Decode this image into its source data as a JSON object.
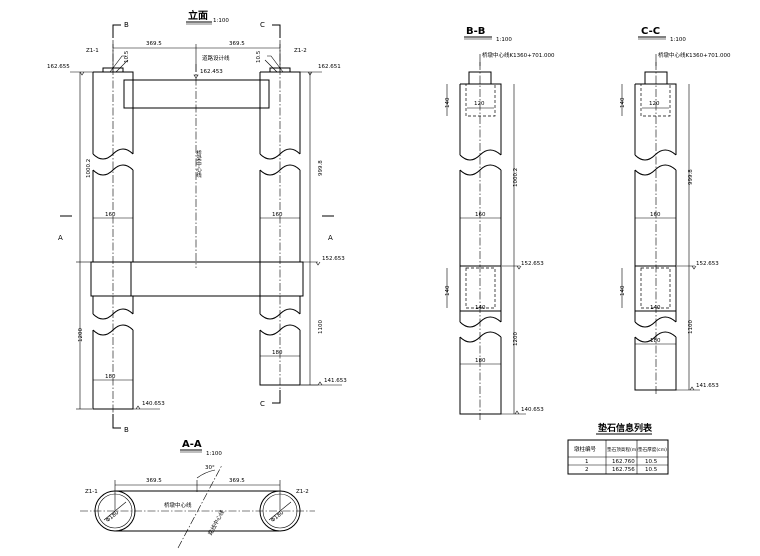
{
  "elevation": {
    "title": "立面",
    "scale": "1:100",
    "section_marks": {
      "b": "B",
      "c": "C",
      "a": "A"
    },
    "pier_labels": [
      "Z1-1",
      "Z1-2"
    ],
    "spacing_left": "369.5",
    "spacing_right": "369.5",
    "pad_thickness_left": "10.5",
    "pad_thickness_right": "10.5",
    "road_design_line": "道路设计线",
    "top_elev_left": "162.655",
    "top_elev_right": "162.651",
    "design_elev": "162.453",
    "bridge_centerline": "桥梁中心线",
    "height_left_upper": "1000.2",
    "height_right_upper": "999.8",
    "dia_upper_left": "160",
    "dia_upper_right": "160",
    "mid_elev": "152.653",
    "height_left_lower": "1200",
    "height_right_lower": "1100",
    "dia_lower_left": "180",
    "dia_lower_right": "180",
    "bottom_elev_left": "140.653",
    "bottom_elev_right": "141.653"
  },
  "section_bb": {
    "title": "B-B",
    "scale": "1:100",
    "centerline_label": "桥墩中心线K1360+701.000",
    "pad_dim": "120",
    "cap_dim": "140",
    "height_upper": "1000.2",
    "dia_upper": "160",
    "mid_elev": "152.653",
    "beam_dim": "140",
    "dia_mid": "140",
    "height_lower": "1200",
    "dia_lower": "180",
    "bottom_elev": "140.653"
  },
  "section_cc": {
    "title": "C-C",
    "scale": "1:100",
    "centerline_label": "桥墩中心线K1360+701.000",
    "pad_dim": "120",
    "cap_dim": "140",
    "height_upper": "999.8",
    "dia_upper": "160",
    "mid_elev": "152.653",
    "beam_dim": "140",
    "dia_mid": "140",
    "height_lower": "1100",
    "dia_lower": "180",
    "bottom_elev": "141.653"
  },
  "plan_aa": {
    "title": "A-A",
    "scale": "1:100",
    "pier_labels": [
      "Z1-1",
      "Z1-2"
    ],
    "spacing_left": "369.5",
    "spacing_right": "369.5",
    "angle": "30°",
    "centerline_label": "桥墩中心线",
    "road_label": "路线中心线",
    "dia_left": "Φ180",
    "dia_right": "Φ180"
  },
  "pad_table": {
    "title": "垫石信息列表",
    "headers": [
      "墩柱编号",
      "垫石顶高程(m)",
      "垫石厚度(cm)"
    ],
    "rows": [
      [
        "1",
        "162.760",
        "10.5"
      ],
      [
        "2",
        "162.756",
        "10.5"
      ]
    ]
  }
}
